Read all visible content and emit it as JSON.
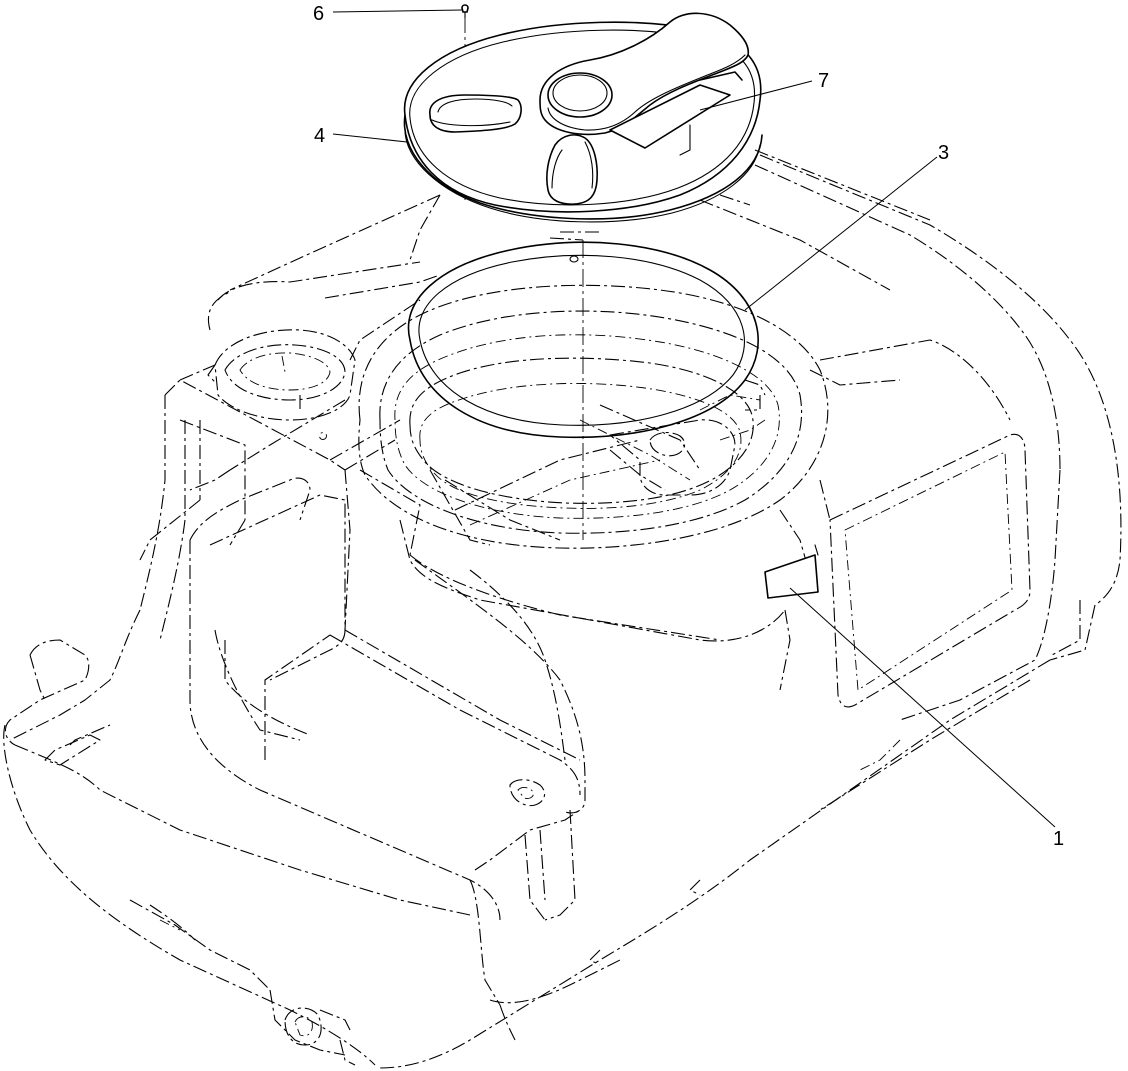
{
  "callouts": [
    {
      "id": "1",
      "label": "1",
      "part": "decal-on-tank-side"
    },
    {
      "id": "3",
      "label": "3",
      "part": "gasket-ring"
    },
    {
      "id": "4",
      "label": "4",
      "part": "tank-lid"
    },
    {
      "id": "6",
      "label": "6",
      "part": "screw"
    },
    {
      "id": "7",
      "label": "7",
      "part": "decal-on-lid-handle"
    }
  ],
  "colors": {
    "line": "#000000",
    "background": "#ffffff"
  }
}
